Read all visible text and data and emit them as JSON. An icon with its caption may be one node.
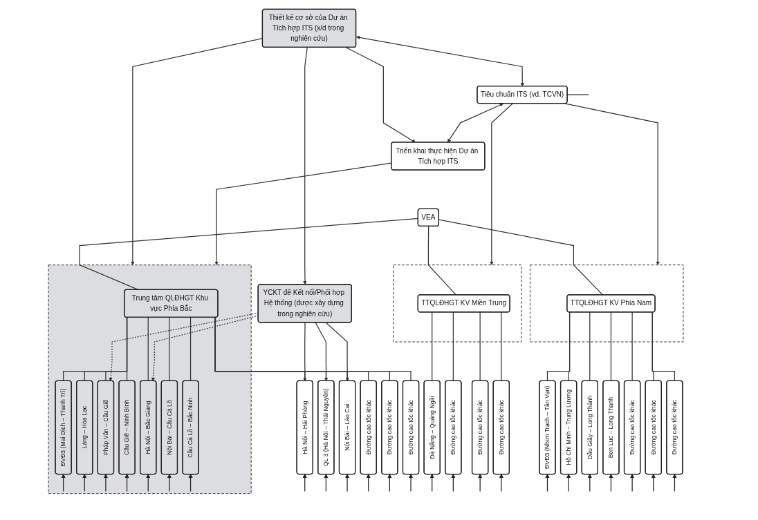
{
  "diagram": {
    "nodes": [
      {
        "text": [
          "YCKT để Kết nối/Phối hợp Hệ thống (được xây dựng trong nghiên cứu)"
        ]
      },
      {
        "text": [
          "Tiêu chuẩn ITS (vd. TCVN)"
        ]
      },
      {
        "text": [
          "Thiết kế cơ sở của Dự án Tích hợp ITS (x/d trong nghiên cứu)"
        ]
      },
      {
        "text": [
          "Triển khai thực hiện Dự án Tích hợp ITS"
        ]
      },
      {
        "text": [
          "VEA"
        ]
      },
      {
        "text": [],
        "shape": "box"
      },
      {
        "text": [
          "Trung tâm QLĐHGT Khu vực Phía Bắc"
        ],
        "in": 5
      },
      {
        "text": [],
        "shape": "box"
      },
      {
        "text": [
          "TTQLĐHGT KV Miền Trung"
        ],
        "in": 7
      },
      {
        "text": [],
        "shape": "box"
      },
      {
        "text": [
          "TTQLĐHGT KV Phía Nam"
        ],
        "in": 9
      },
      {
        "text": [
          "ĐVĐ3 (Mai Dịch – Thanh Trì)"
        ],
        "in": 5
      },
      {
        "text": [
          "Láng – Hòa Lạc"
        ],
        "in": 5
      },
      {
        "text": [
          "Pháp Vân – Cầu Giẽ"
        ],
        "in": 5
      },
      {
        "text": [
          "Cầu Giẽ – Ninh Bình"
        ],
        "in": 5
      },
      {
        "text": [
          "Hà Nội – Hải Phòng"
        ]
      },
      {
        "text": [
          "QL 3 (Hà Nội – Thái Nguyên)"
        ]
      },
      {
        "text": [
          "Hà Nội – Bắc Giang"
        ],
        "in": 5
      },
      {
        "text": [
          "Nội Bài – Cầu Cà Lồ"
        ],
        "in": 5
      },
      {
        "text": [
          "Cầu Cà Lồ – Bắc Ninh"
        ],
        "in": 5
      },
      {
        "text": [
          "Nội Bài – Lào Cai"
        ]
      },
      {
        "text": [
          "Đường cao tốc khác"
        ]
      },
      {
        "text": [
          "Đường cao tốc khác"
        ]
      },
      {
        "text": [
          "Đường cao tốc khác"
        ]
      },
      {
        "text": [
          "Đà Nẵng – Quảng Ngãi"
        ]
      },
      {
        "text": [
          "Đường cao tốc khác"
        ]
      },
      {
        "text": [
          "Đường cao tốc khác"
        ]
      },
      {
        "text": [
          "Đường cao tốc khác"
        ]
      },
      {
        "text": [
          "ĐVĐ3 (Nhơn Trạch – Tân Vạn)"
        ]
      },
      {
        "text": [
          "Hồ Chí Minh – Trung Lương"
        ]
      },
      {
        "text": [
          "Dầu Giây – Long Thành"
        ]
      },
      {
        "text": [
          "Ben Luc – Long Thanh"
        ]
      },
      {
        "text": [
          "Đường cao tốc khác"
        ]
      },
      {
        "text": [
          "Đường cao tốc khác"
        ]
      },
      {
        "text": [
          "Đường cao tốc khác"
        ]
      }
    ],
    "edges": [
      {
        "from": 2,
        "to": 0,
        "arrow": "to"
      },
      {
        "from": 2,
        "to": 1,
        "arrow": "both"
      },
      {
        "from": 2,
        "to": 3,
        "arrow": "to"
      },
      {
        "from": 1,
        "to": 3,
        "arrow": "both"
      },
      {
        "from": 2,
        "to": 5,
        "arrow": "to"
      },
      {
        "from": 3,
        "to": 5,
        "arrow": "to"
      },
      {
        "from": 1,
        "to": 7,
        "arrow": "to"
      },
      {
        "from": 1,
        "to": 9,
        "arrow": "to"
      },
      {
        "from": 1,
        "to": null,
        "arrow": "none"
      },
      {
        "from": 4,
        "to": 6,
        "arrow": "none"
      },
      {
        "from": 4,
        "to": 8,
        "arrow": "none"
      },
      {
        "from": 4,
        "to": 10,
        "arrow": "none"
      },
      {
        "from": 6,
        "to": 11,
        "arrow": "none"
      },
      {
        "from": 6,
        "to": 12,
        "arrow": "none"
      },
      {
        "from": 6,
        "to": 13,
        "arrow": "none"
      },
      {
        "from": 6,
        "to": 14,
        "arrow": "none"
      },
      {
        "from": 6,
        "to": 15,
        "arrow": "none"
      },
      {
        "from": 6,
        "to": 16,
        "arrow": "none"
      },
      {
        "from": 6,
        "to": 17,
        "arrow": "none"
      },
      {
        "from": 6,
        "to": 18,
        "arrow": "none"
      },
      {
        "from": 6,
        "to": 19,
        "arrow": "none"
      },
      {
        "from": 6,
        "to": 20,
        "arrow": "none"
      },
      {
        "from": 6,
        "to": 21,
        "arrow": "none"
      },
      {
        "from": 6,
        "to": 22,
        "arrow": "none"
      },
      {
        "from": 6,
        "to": 23,
        "arrow": "none"
      },
      {
        "from": 8,
        "to": 24,
        "arrow": "none"
      },
      {
        "from": 8,
        "to": 25,
        "arrow": "none"
      },
      {
        "from": 8,
        "to": 26,
        "arrow": "none"
      },
      {
        "from": 8,
        "to": 27,
        "arrow": "none"
      },
      {
        "from": 10,
        "to": 28,
        "arrow": "none"
      },
      {
        "from": 10,
        "to": 29,
        "arrow": "none"
      },
      {
        "from": 10,
        "to": 30,
        "arrow": "none"
      },
      {
        "from": 10,
        "to": 31,
        "arrow": "none"
      },
      {
        "from": 10,
        "to": 32,
        "arrow": "none"
      },
      {
        "from": 10,
        "to": 33,
        "arrow": "none"
      },
      {
        "from": 10,
        "to": 34,
        "arrow": "none"
      },
      {
        "from": 0,
        "to": 13,
        "arrow": "to",
        "style": "dashed"
      },
      {
        "from": 0,
        "to": 15,
        "arrow": "to"
      },
      {
        "from": 0,
        "to": 16,
        "arrow": "to"
      },
      {
        "from": 0,
        "to": 17,
        "arrow": "to",
        "style": "dashed"
      },
      {
        "from": 0,
        "to": 20,
        "arrow": "to"
      },
      {
        "from": null,
        "to": 11,
        "arrow": "to"
      },
      {
        "from": null,
        "to": 12,
        "arrow": "to"
      },
      {
        "from": null,
        "to": 13,
        "arrow": "to"
      },
      {
        "from": null,
        "to": 14,
        "arrow": "to"
      },
      {
        "from": null,
        "to": 15,
        "arrow": "to"
      },
      {
        "from": null,
        "to": 16,
        "arrow": "to"
      },
      {
        "from": null,
        "to": 17,
        "arrow": "to"
      },
      {
        "from": null,
        "to": 18,
        "arrow": "to"
      },
      {
        "from": null,
        "to": 19,
        "arrow": "to"
      },
      {
        "from": null,
        "to": 20,
        "arrow": "to"
      },
      {
        "from": null,
        "to": 21,
        "arrow": "to"
      },
      {
        "from": null,
        "to": 22,
        "arrow": "to"
      },
      {
        "from": null,
        "to": 23,
        "arrow": "to"
      },
      {
        "from": null,
        "to": 24,
        "arrow": "to"
      },
      {
        "from": null,
        "to": 25,
        "arrow": "to"
      },
      {
        "from": null,
        "to": 26,
        "arrow": "to"
      },
      {
        "from": null,
        "to": 27,
        "arrow": "to"
      },
      {
        "from": null,
        "to": 28,
        "arrow": "to"
      },
      {
        "from": null,
        "to": 29,
        "arrow": "to"
      },
      {
        "from": null,
        "to": 30,
        "arrow": "to"
      },
      {
        "from": null,
        "to": 31,
        "arrow": "to"
      },
      {
        "from": null,
        "to": 32,
        "arrow": "to"
      },
      {
        "from": null,
        "to": 33,
        "arrow": "to"
      },
      {
        "from": null,
        "to": 34,
        "arrow": "to"
      }
    ]
  }
}
